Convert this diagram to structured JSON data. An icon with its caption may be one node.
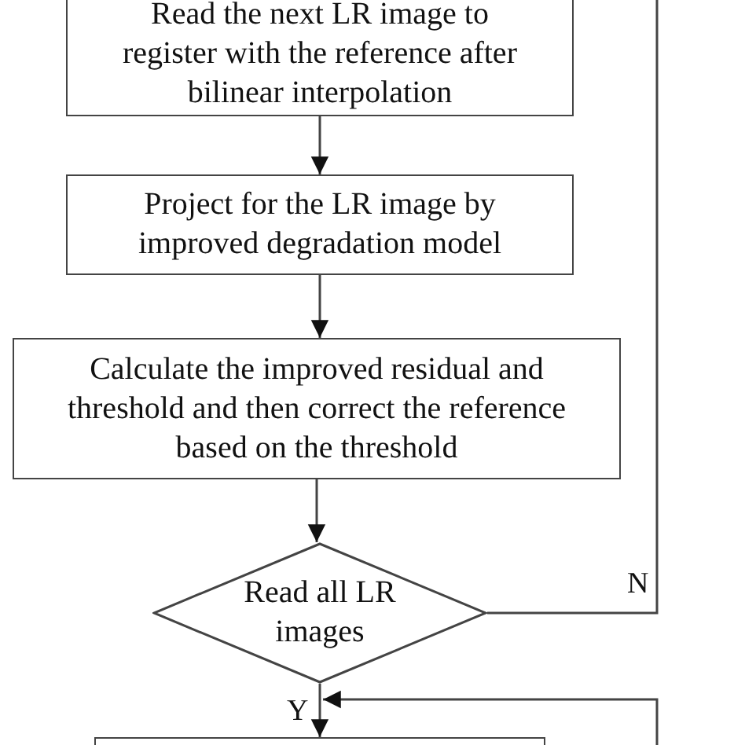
{
  "diagram": {
    "nodes": [
      {
        "text": [
          "Read the next LR image to register with the reference after bilinear interpolation"
        ]
      },
      {
        "text": [
          "Project for the LR image by improved degradation model"
        ]
      },
      {
        "text": [
          "Calculate the improved residual and threshold and then correct the reference based on the threshold"
        ]
      },
      {
        "text": [
          "Read all LR images"
        ]
      },
      {
        "text": [],
        "shape": "box"
      }
    ],
    "edges": [
      {
        "from": 0,
        "to": 1,
        "arrow": "to"
      },
      {
        "from": 1,
        "to": 2,
        "arrow": "to"
      },
      {
        "from": 2,
        "to": 3,
        "arrow": "to"
      },
      {
        "from": 3,
        "to": 4,
        "arrow": "to",
        "label": "Y"
      },
      {
        "from": 3,
        "to": null,
        "arrow": "none",
        "label": "N"
      },
      {
        "from": null,
        "to": 4,
        "arrow": "to"
      }
    ]
  }
}
